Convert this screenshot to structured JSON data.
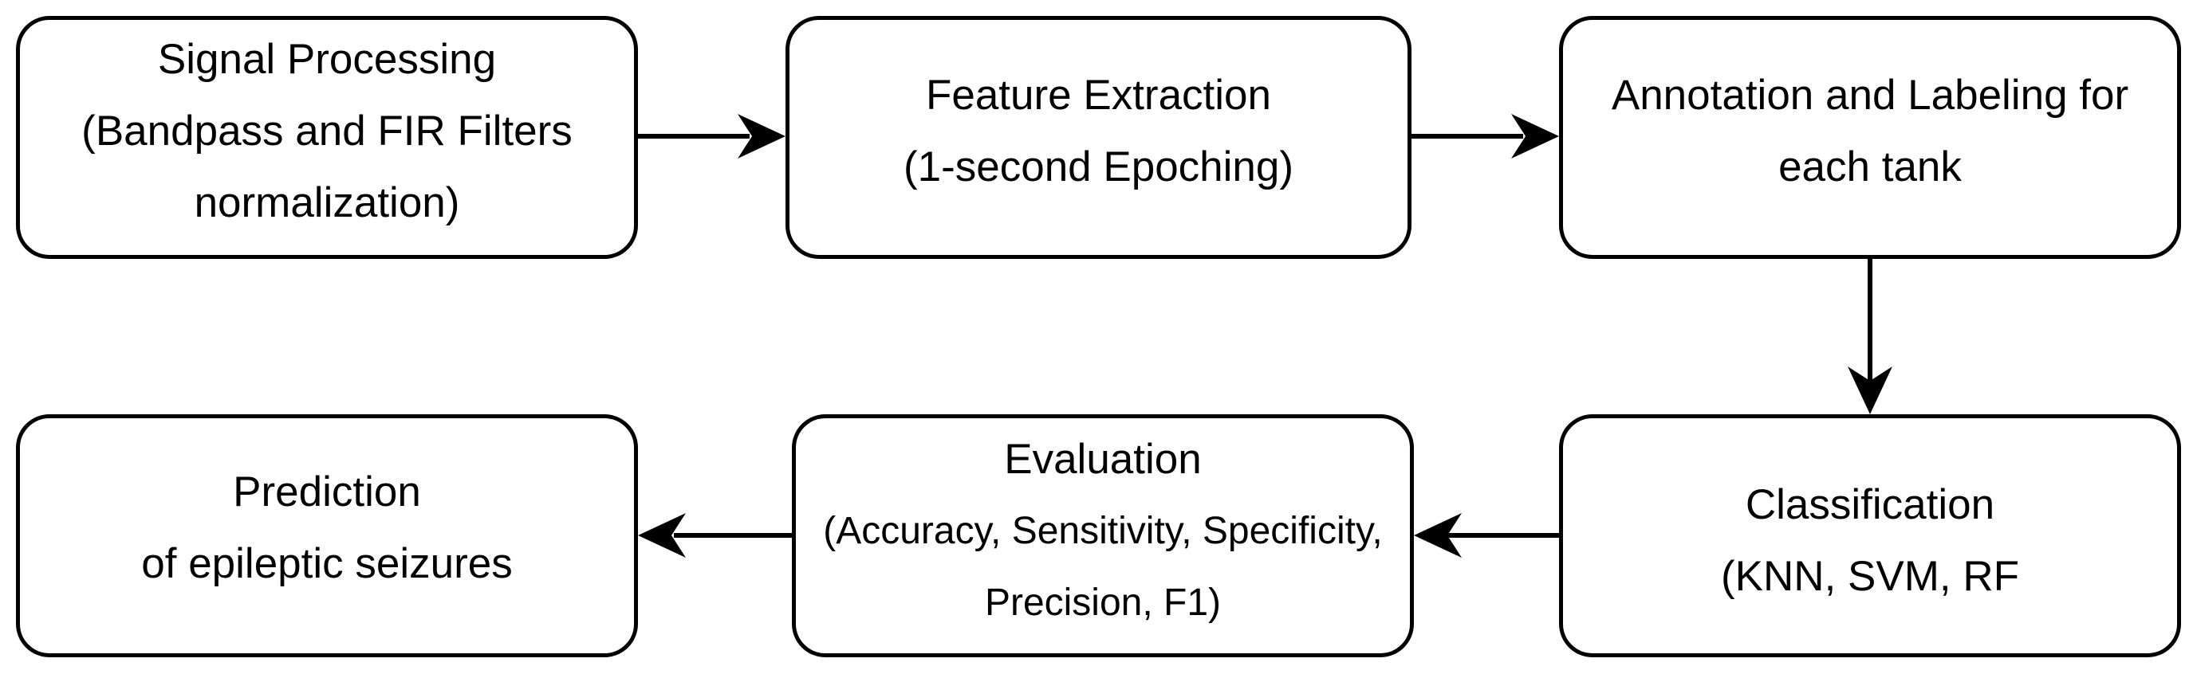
{
  "nodes": {
    "signal_processing": {
      "lines": [
        "Signal Processing",
        "(Bandpass and FIR Filters",
        "normalization)"
      ]
    },
    "feature_extraction": {
      "lines": [
        "Feature Extraction",
        "(1-second Epoching)"
      ]
    },
    "annotation": {
      "lines": [
        "Annotation and Labeling for",
        "each tank"
      ]
    },
    "prediction": {
      "lines": [
        "Prediction",
        "of epileptic seizures"
      ]
    },
    "evaluation": {
      "lines": [
        "Evaluation",
        "(Accuracy, Sensitivity, Specificity,",
        "Precision, F1)"
      ]
    },
    "classification": {
      "lines": [
        "Classification",
        "(KNN, SVM, RF"
      ]
    }
  },
  "colors": {
    "stroke": "#000000",
    "background": "#ffffff"
  }
}
